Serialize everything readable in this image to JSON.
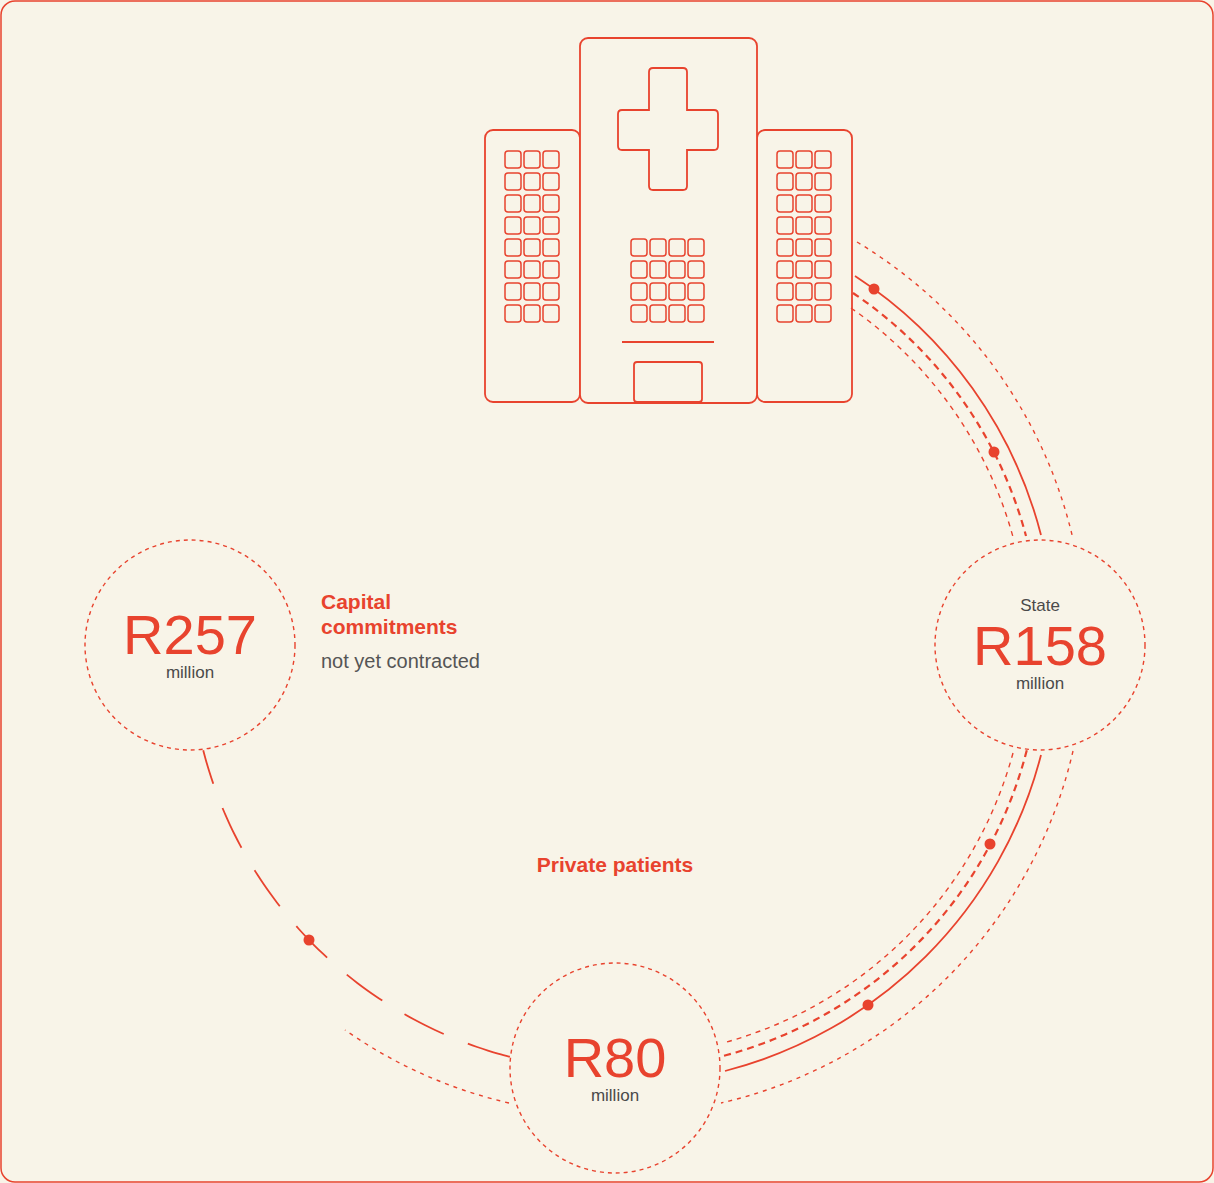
{
  "diagram": {
    "nodes": [
      {
        "text": [
          "R257",
          "million",
          "Capital commitments",
          "not yet contracted"
        ]
      },
      {
        "text": [
          "State",
          "R158",
          "million"
        ]
      },
      {
        "text": [
          "Private patients",
          "R80",
          "million"
        ]
      }
    ],
    "edges": [
      {
        "from": 1,
        "to": 2,
        "arrow": "none"
      },
      {
        "from": 2,
        "to": 0,
        "arrow": "none"
      }
    ]
  }
}
